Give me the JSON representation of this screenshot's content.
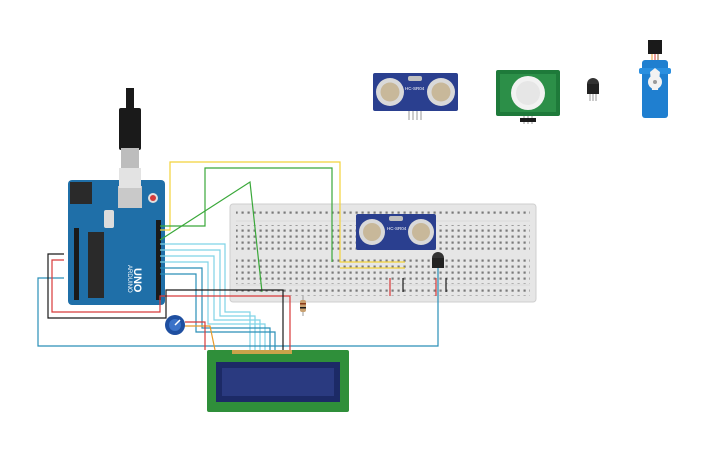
{
  "canvas": {
    "background": "#ffffff",
    "zoom_percent": null
  },
  "components": {
    "arduino": {
      "logo_text": "UNO",
      "brand_text": "ARDUINO",
      "color": "#1f6fa8"
    },
    "usb_cable": {
      "color": "#1a1a1a"
    },
    "breadboard": {
      "color": "#e6e6e6"
    },
    "ultrasonic_top": {
      "label": "HC-SR04",
      "color": "#2a3f8f"
    },
    "ultrasonic_board": {
      "label": "HC-SR04",
      "color": "#2a3f8f"
    },
    "pir_sensor": {
      "color": "#1e7a3a"
    },
    "temp_sensor_top": {
      "color": "#222222"
    },
    "temp_sensor_board": {
      "color": "#222222"
    },
    "servo": {
      "color": "#1f7fd0"
    },
    "lcd": {
      "color": "#2f8f3a",
      "screen_color": "#1c2a66"
    },
    "potentiometer": {
      "color": "#1f4fa0"
    },
    "resistor": {
      "color": "#c8a070"
    }
  },
  "wire_colors": {
    "yellow": "#f2d23a",
    "green": "#3aa83a",
    "cyan": "#7fd3e6",
    "blue": "#2a8fb8",
    "red": "#d83a3a",
    "black": "#1a1a1a",
    "orange": "#e89a2a"
  }
}
